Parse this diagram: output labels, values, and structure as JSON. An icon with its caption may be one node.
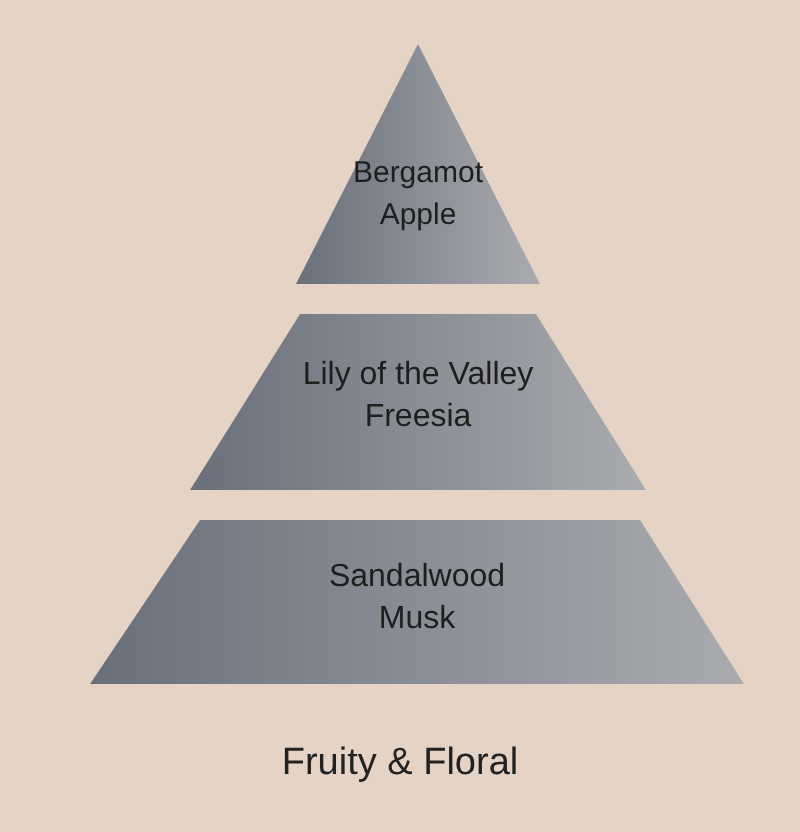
{
  "diagram": {
    "caption": "Fruity & Floral",
    "nodes": [
      {
        "text": [
          "Bergamot",
          "Apple"
        ]
      },
      {
        "text": [
          "Lily of the Valley",
          "Freesia"
        ]
      },
      {
        "text": [
          "Sandalwood",
          "Musk"
        ]
      }
    ]
  }
}
